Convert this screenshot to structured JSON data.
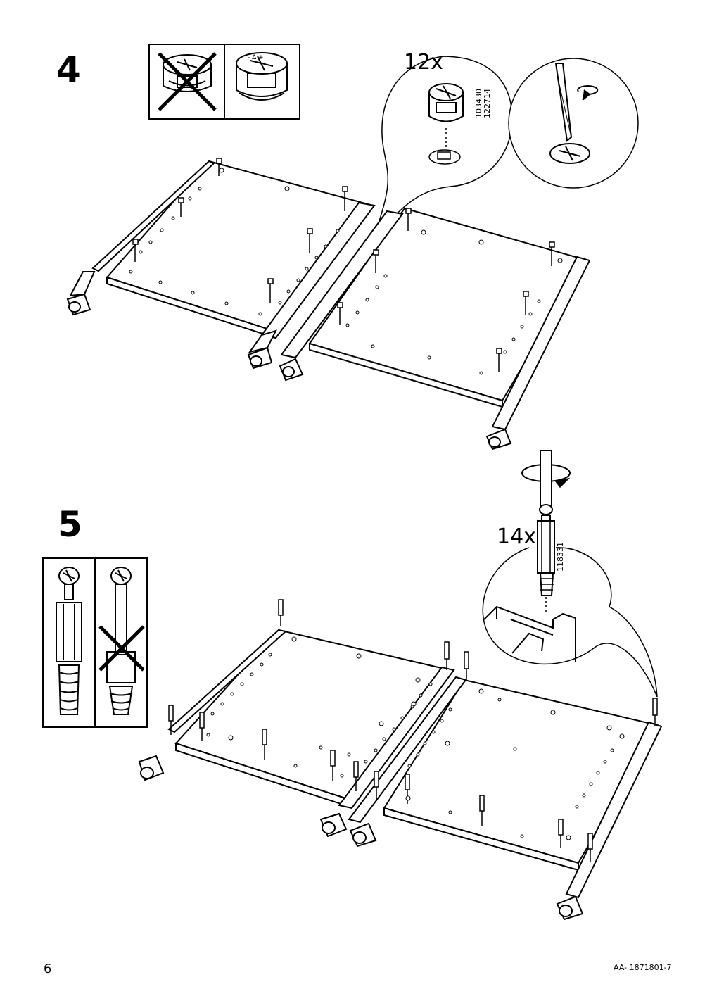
{
  "steps": [
    {
      "number": "4",
      "callout_quantity": "12x",
      "part_numbers": [
        "103430",
        "122714"
      ]
    },
    {
      "number": "5",
      "callout_quantity": "14x",
      "part_numbers": [
        "118331"
      ]
    }
  ],
  "footer": {
    "page_number": "6",
    "doc_code": "AA- 1871801-7"
  }
}
